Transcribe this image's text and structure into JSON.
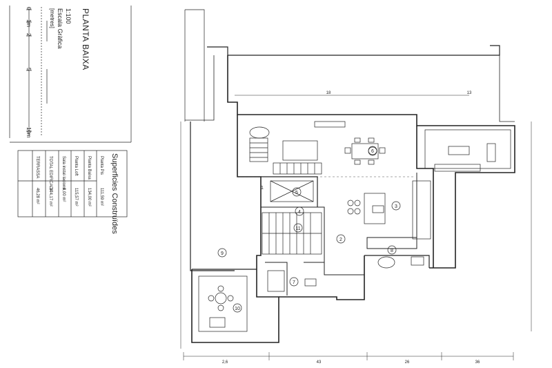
{
  "sheet": {
    "title": "PLANTA BAIXA",
    "scale_ratio": "1:100",
    "scale_name": "Escala Gràfica",
    "scale_unit": "[metres]",
    "scale_ticks": [
      "0",
      "1m",
      "2",
      "5",
      "10m"
    ]
  },
  "surfaces_table": {
    "heading": "Superficies Construïdes",
    "rows": [
      {
        "label": "Planta Pis",
        "value": "111,59 m²"
      },
      {
        "label": "Planta Baixa",
        "value": "134,00 m²"
      },
      {
        "label": "Planta Loft",
        "value": "115,57 m²"
      },
      {
        "label": "Sala instal·lacions",
        "value": "8,00 m²"
      },
      {
        "label": "TOTAL EDIFICADA",
        "value": "374,17 m²"
      },
      {
        "label": "TERRASSA",
        "value": "46,28 m²"
      }
    ]
  },
  "rooms": [
    "1",
    "2",
    "3",
    "4",
    "5",
    "6",
    "7",
    "8",
    "9",
    "10",
    "11"
  ],
  "dimensions": {
    "top": [
      "18",
      "13"
    ],
    "bottom": [
      "2,6",
      "43",
      "26",
      "36"
    ]
  }
}
